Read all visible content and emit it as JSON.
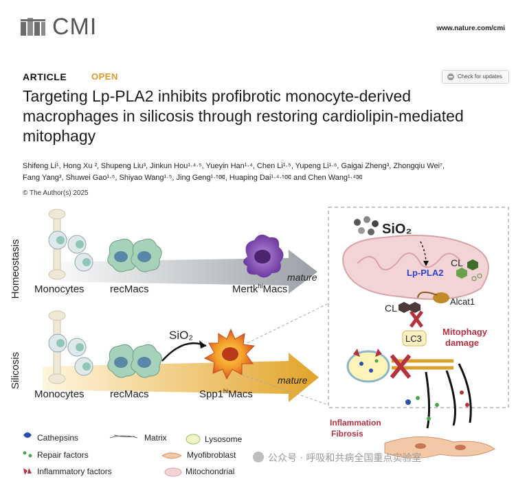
{
  "header": {
    "logo_text": "CMI",
    "journal_url": "www.nature.com/cmi",
    "article_label": "ARTICLE",
    "open_label": "OPEN",
    "check_updates": "Check for updates"
  },
  "title": "Targeting Lp-PLA2 inhibits profibrotic monocyte-derived macrophages in silicosis through restoring cardiolipin-mediated mitophagy",
  "authors_line1": "Shifeng Li¹, Hong Xu ²‚ Shupeng Liu³, Jinkun Hou¹·⁴·⁵, Yueyin Han¹·⁴, Chen Li¹·⁵, Yupeng Li¹·⁶, Gaigai Zheng³, Zhongqiu Wei⁷,",
  "authors_line2": "Fang Yang³, Shuwei Gao¹·⁵, Shiyao Wang¹·⁵, Jing Geng¹·⁵✉, Huaping Dai¹·⁴·⁵✉ and Chen Wang¹·⁴✉",
  "copyright": "© The Author(s) 2025",
  "figure": {
    "row_homeostasis": "Homeostasis",
    "row_silicosis": "Silicosis",
    "monocytes": "Monocytes",
    "recmacs": "recMacs",
    "mertk_pre": "Mertk",
    "mertk_sup": "hi",
    "mertk_post": "Macs",
    "spp1_pre": "Spp1",
    "spp1_sup": "hi",
    "spp1_post": "Macs",
    "mature": "mature",
    "sio2_top": "SiO₂",
    "sio2_mid": "SiO₂",
    "lp_pla2": "Lp-PLA2",
    "cl_upper": "CL",
    "cl_lower": "CL",
    "alcat1": "Alcat1",
    "lc3": "LC3",
    "mitophagy_1": "Mitophagy",
    "mitophagy_2": "damage",
    "inflammation": "Inflammation",
    "fibrosis": "Fibrosis",
    "legend": {
      "cathepsins": "Cathepsins",
      "repair": "Repair factors",
      "inflammatory": "Inflammatory factors",
      "matrix": "Matrix",
      "myofibroblast": "Myofibroblast",
      "lysosome": "Lysosome",
      "mitochondrial": "Mitochondrial"
    },
    "watermark": "公众号 · 呼吸和共病全国重点实验室"
  },
  "colors": {
    "accent_open": "#d79a2a",
    "title_red": "#b5313e",
    "lp_pla2_blue": "#2b3fd6"
  }
}
